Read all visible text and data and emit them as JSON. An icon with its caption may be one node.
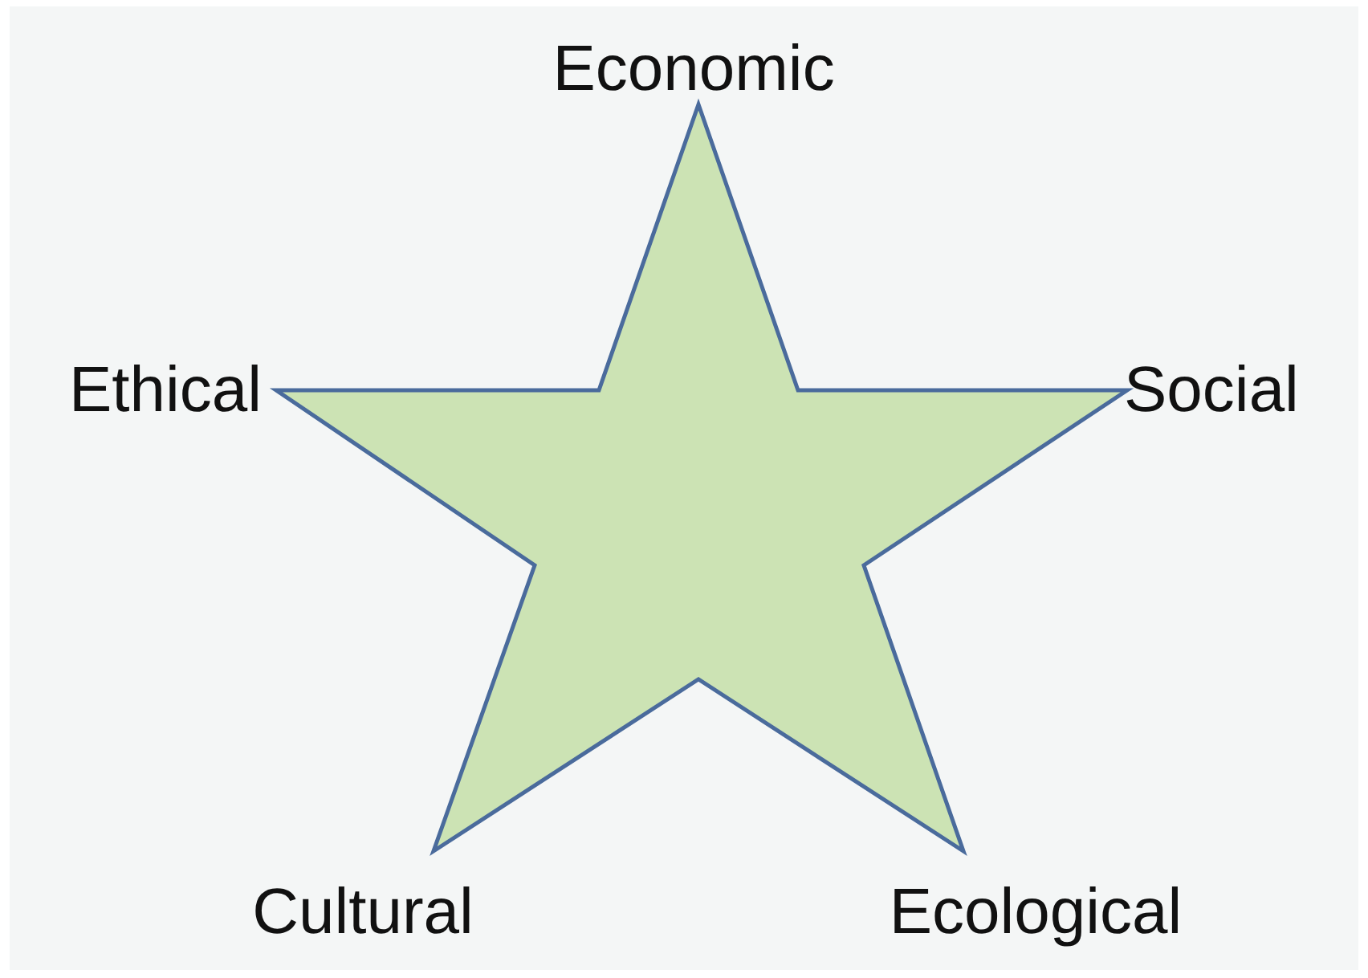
{
  "diagram": {
    "labels": [
      "Economic",
      "Ethical",
      "Social",
      "Cultural",
      "Ecological"
    ]
  }
}
